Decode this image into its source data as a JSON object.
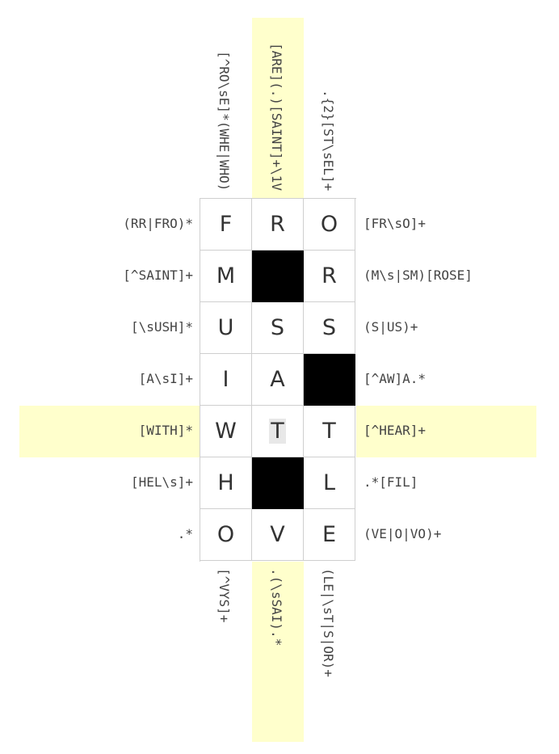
{
  "puzzle": {
    "grid": [
      [
        "F",
        "R",
        "O"
      ],
      [
        "M",
        "",
        "R"
      ],
      [
        "U",
        "S",
        "S"
      ],
      [
        "I",
        "A",
        ""
      ],
      [
        "W",
        "T",
        "T"
      ],
      [
        "H",
        "",
        "L"
      ],
      [
        "O",
        "V",
        "E"
      ]
    ],
    "blocked": [
      [
        1,
        1
      ],
      [
        3,
        2
      ],
      [
        5,
        1
      ]
    ],
    "active_cell": [
      4,
      1
    ],
    "highlight_row": 4,
    "highlight_col": 1,
    "row_clues_left": [
      "(RR|FRO)*",
      "[^SAINT]+",
      "[\\sUSH]*",
      "[A\\sI]+",
      "[WITH]*",
      "[HEL\\s]+",
      ".*"
    ],
    "row_clues_right": [
      "[FR\\sO]+",
      "(M\\s|SM)[ROSE]",
      "(S|US)+",
      "[^AW]A.*",
      "[^HEAR]+",
      ".*[FIL]",
      "(VE|O|VO)+"
    ],
    "col_clues_top": [
      "[^RO\\sE]*(WHE|WHO)",
      "[ARE](.)[SAINT]+\\1V",
      ".{2}[ST\\sEL]+"
    ],
    "col_clues_bottom": [
      "[^VYS]+",
      ".(\\sSAI).*",
      "(LE|\\sT|S|OR)+"
    ],
    "colors": {
      "highlight": "#ffffcc",
      "blocked": "#000000",
      "cell_border": "#cfcfcf",
      "letter": "#333333",
      "active_cell_bg": "#e8e8e8"
    }
  }
}
